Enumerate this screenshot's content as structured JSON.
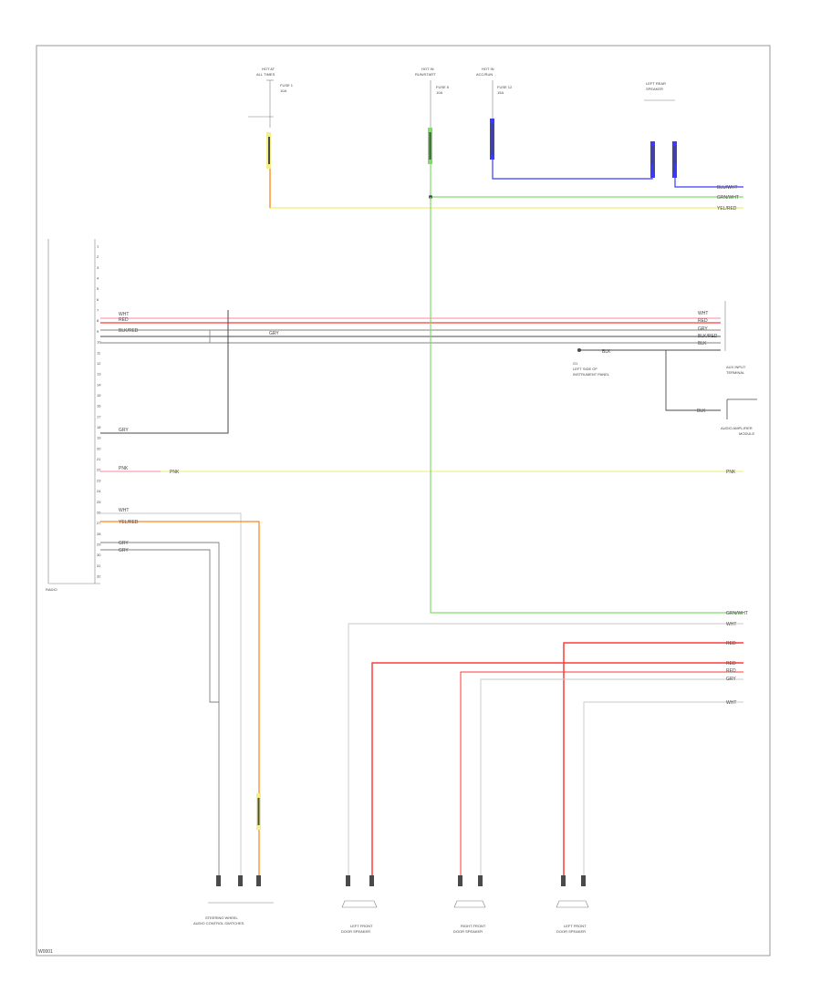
{
  "diagram": {
    "border_color": "#999999",
    "colors": {
      "red": "#ff3b3b",
      "pink": "#ff9fb5",
      "orange": "#ff9a3c",
      "yellow": "#f3f08a",
      "green": "#7fdc6a",
      "blue": "#3b3bff",
      "gray": "#808080",
      "lightgray": "#c8c8c8",
      "dark": "#4a4a4a"
    },
    "diagram_id": "W0001",
    "top_sources": [
      {
        "lines": [
          "HOT AT",
          "ALL TIMES"
        ],
        "fuse": [
          "FUSE 1",
          "10A"
        ]
      },
      {
        "lines": [
          "HOT IN",
          "RUN/START"
        ],
        "fuse": [
          "FUSE 5",
          "10A"
        ]
      },
      {
        "lines": [
          "HOT IN",
          "ACC/RUN"
        ],
        "fuse": [
          "FUSE 12",
          "15A"
        ]
      },
      {
        "lines": [
          "LEFT REAR",
          "SPEAKER"
        ]
      }
    ],
    "left_connector_label": "RADIO",
    "pins_left": {
      "p1": "RED",
      "p2": "BLK/RED",
      "p3": "GRY",
      "p4": "PNK",
      "p5": "WHT",
      "p6": "YEL/RED",
      "p7": "GRY",
      "p8": "GRY"
    },
    "pin_numbers": [
      "1",
      "2",
      "3",
      "4",
      "5",
      "6",
      "7",
      "8",
      "9",
      "10",
      "11",
      "12",
      "13",
      "14",
      "15",
      "16",
      "17",
      "18",
      "19",
      "20",
      "21",
      "22",
      "23",
      "24",
      "25",
      "26",
      "27",
      "28",
      "29",
      "30",
      "31",
      "32"
    ],
    "right_wires": {
      "w1": "BLU/WHT",
      "w2": "GRN/WHT",
      "w3": "YEL/RED",
      "w4": "WHT",
      "w5": "RED",
      "w6": "GRY",
      "w7": "BLK/RED",
      "w8": "BLK",
      "w9": "PNK",
      "w10": "GRN/WHT",
      "w11": "WHT",
      "w12": "RED",
      "w13": "RED",
      "w14": "RED",
      "w15": "GRY",
      "w16": "WHT"
    },
    "right_components": {
      "antenna": [
        "AUX INPUT",
        "TERMINAL"
      ],
      "ground_label": [
        "G1",
        "LEFT SIDE OF",
        "INSTRUMENT PANEL"
      ],
      "amp": [
        "AUDIO AMPLIFIER",
        "MODULE"
      ],
      "blk": "BLK"
    },
    "bottom_components": {
      "c1": [
        "STEERING WHEEL",
        "AUDIO CONTROL SWITCHES"
      ],
      "c2": [
        "LEFT FRONT",
        "DOOR SPEAKER"
      ],
      "c3": [
        "RIGHT FRONT",
        "DOOR SPEAKER"
      ],
      "c4": [
        "LEFT FRONT",
        "DOOR SPEAKER"
      ]
    }
  }
}
